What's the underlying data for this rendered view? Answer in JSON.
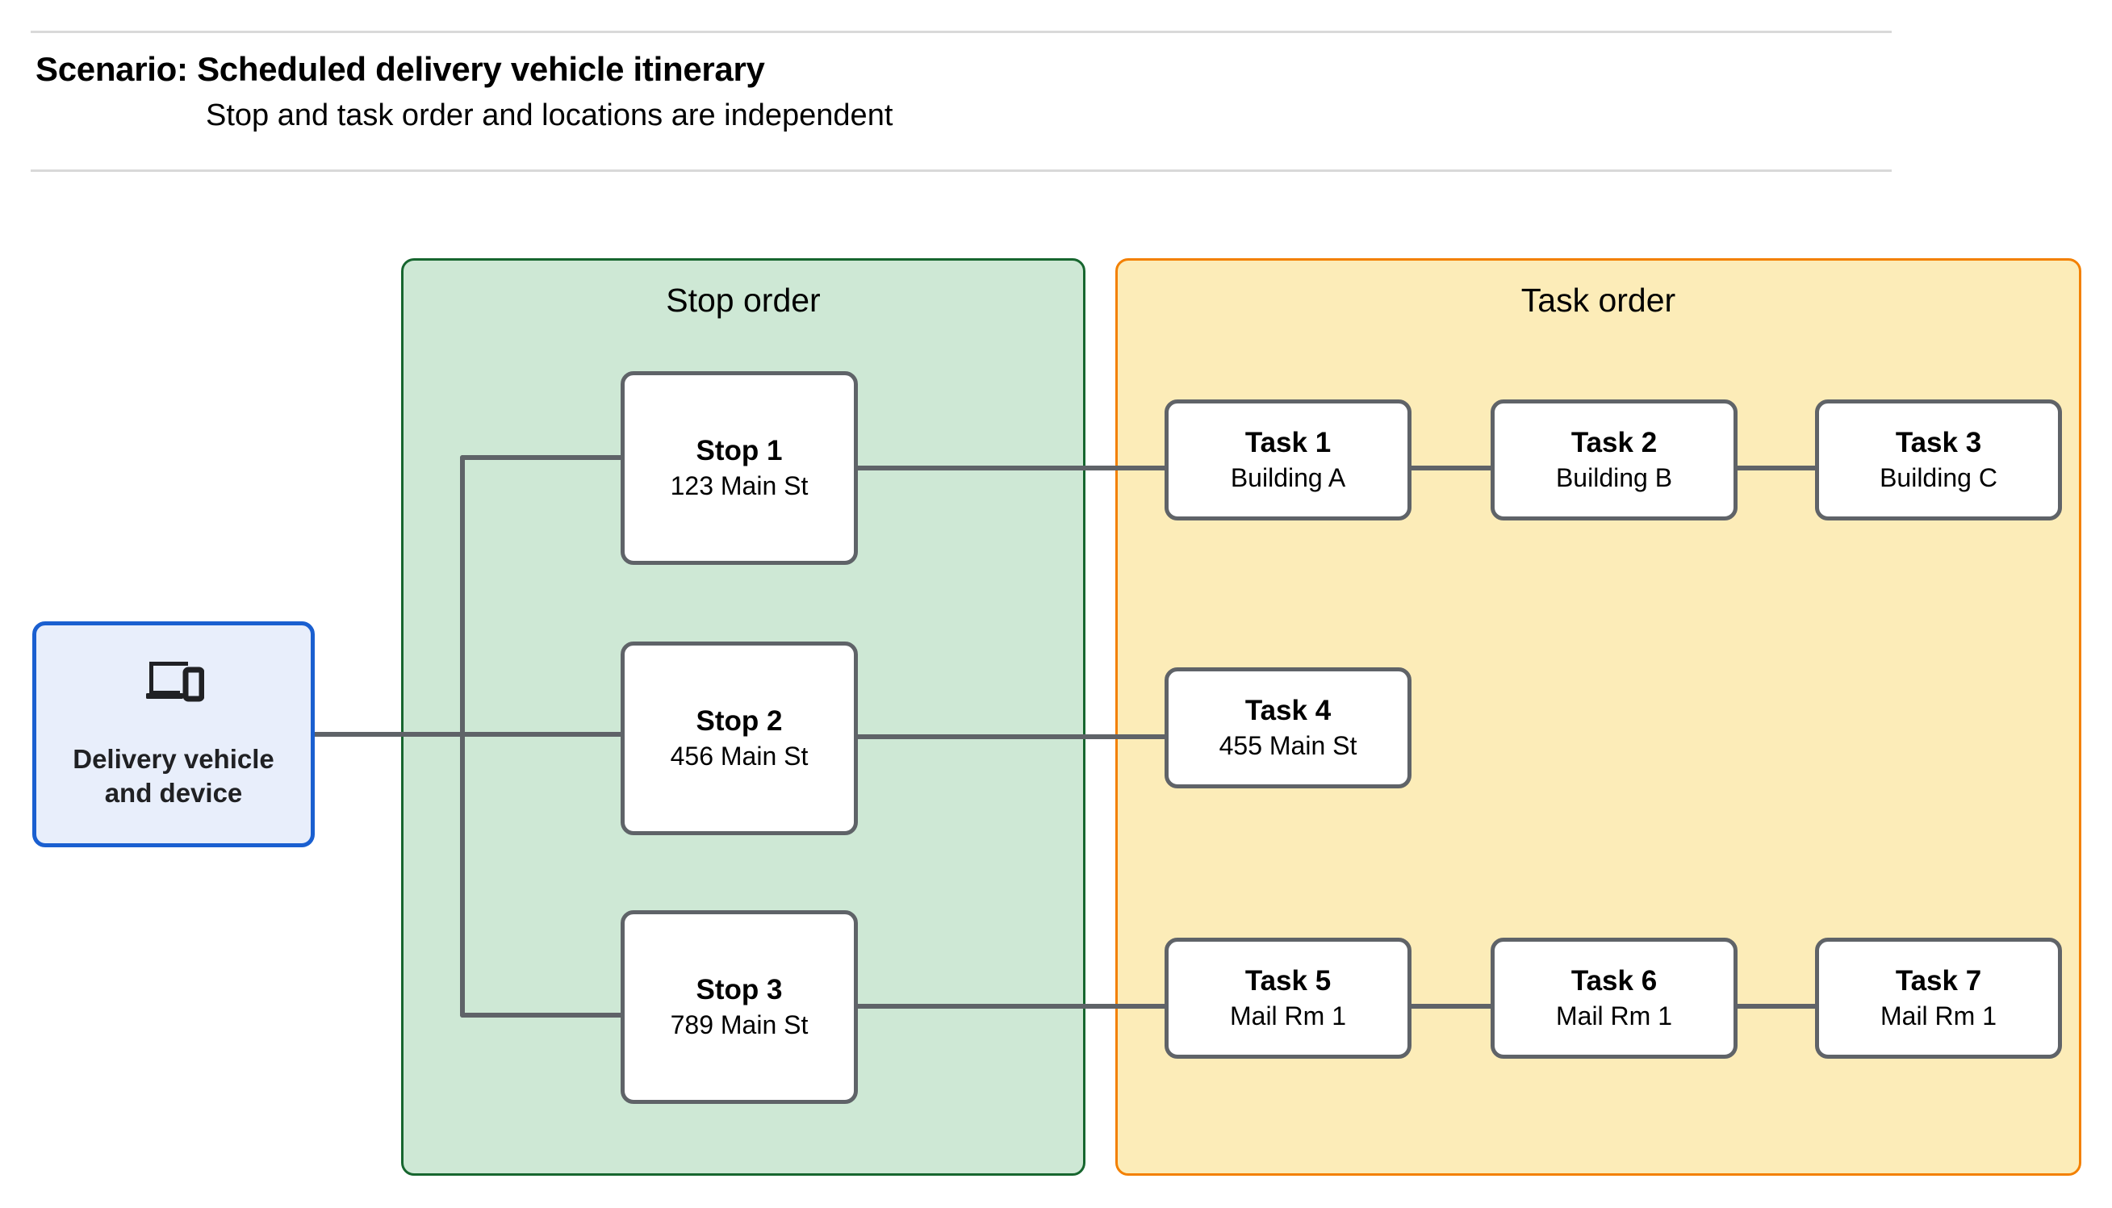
{
  "header": {
    "title": "Scenario: Scheduled delivery vehicle itinerary",
    "subtitle": "Stop and task order and locations are independent"
  },
  "device": {
    "icon": "devices-icon",
    "label": "Delivery vehicle\nand device"
  },
  "groups": {
    "stop_order": {
      "title": "Stop order",
      "fill": "#cee8d5",
      "border": "#17662f"
    },
    "task_order": {
      "title": "Task order",
      "fill": "#fcecb8",
      "border": "#f38000"
    }
  },
  "stops": [
    {
      "title": "Stop 1",
      "location": "123 Main St"
    },
    {
      "title": "Stop 2",
      "location": "456 Main St"
    },
    {
      "title": "Stop 3",
      "location": "789 Main St"
    }
  ],
  "tasks": [
    {
      "title": "Task 1",
      "location": "Building A"
    },
    {
      "title": "Task 2",
      "location": "Building B"
    },
    {
      "title": "Task 3",
      "location": "Building C"
    },
    {
      "title": "Task 4",
      "location": "455 Main St"
    },
    {
      "title": "Task 5",
      "location": "Mail Rm 1"
    },
    {
      "title": "Task 6",
      "location": "Mail Rm 1"
    },
    {
      "title": "Task 7",
      "location": "Mail Rm 1"
    }
  ],
  "colors": {
    "connector": "#5f6368",
    "node_border": "#5f6368",
    "node_fill": "#ffffff",
    "device_fill": "#e8eefb",
    "device_border": "#1a5fd0",
    "rule": "#d9d9d9"
  }
}
